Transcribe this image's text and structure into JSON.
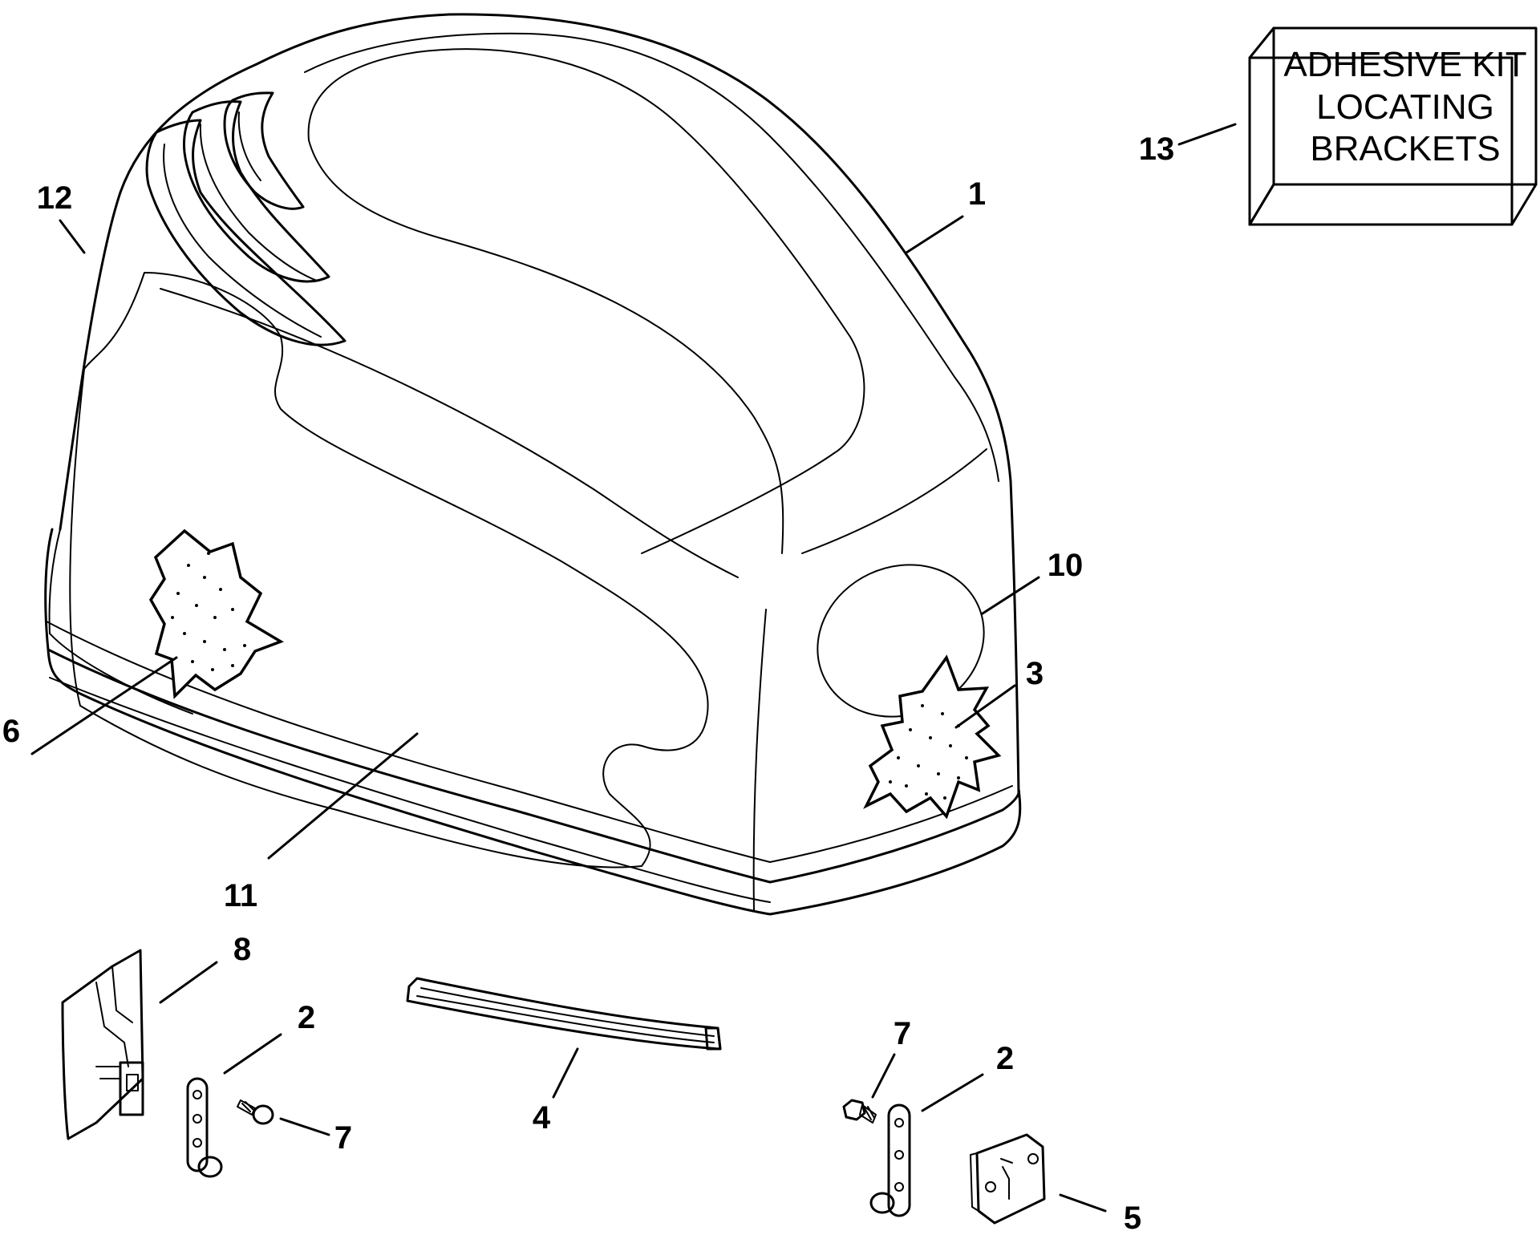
{
  "diagram": {
    "kit_box": {
      "lines": [
        "ADHESIVE KIT",
        "LOCATING",
        "BRACKETS"
      ]
    },
    "callouts": [
      {
        "id": "c1",
        "label": "1"
      },
      {
        "id": "c2a",
        "label": "2"
      },
      {
        "id": "c2b",
        "label": "2"
      },
      {
        "id": "c3",
        "label": "3"
      },
      {
        "id": "c4",
        "label": "4"
      },
      {
        "id": "c5",
        "label": "5"
      },
      {
        "id": "c6",
        "label": "6"
      },
      {
        "id": "c7a",
        "label": "7"
      },
      {
        "id": "c7b",
        "label": "7"
      },
      {
        "id": "c8",
        "label": "8"
      },
      {
        "id": "c10",
        "label": "10"
      },
      {
        "id": "c11",
        "label": "11"
      },
      {
        "id": "c12",
        "label": "12"
      },
      {
        "id": "c13",
        "label": "13"
      }
    ]
  }
}
